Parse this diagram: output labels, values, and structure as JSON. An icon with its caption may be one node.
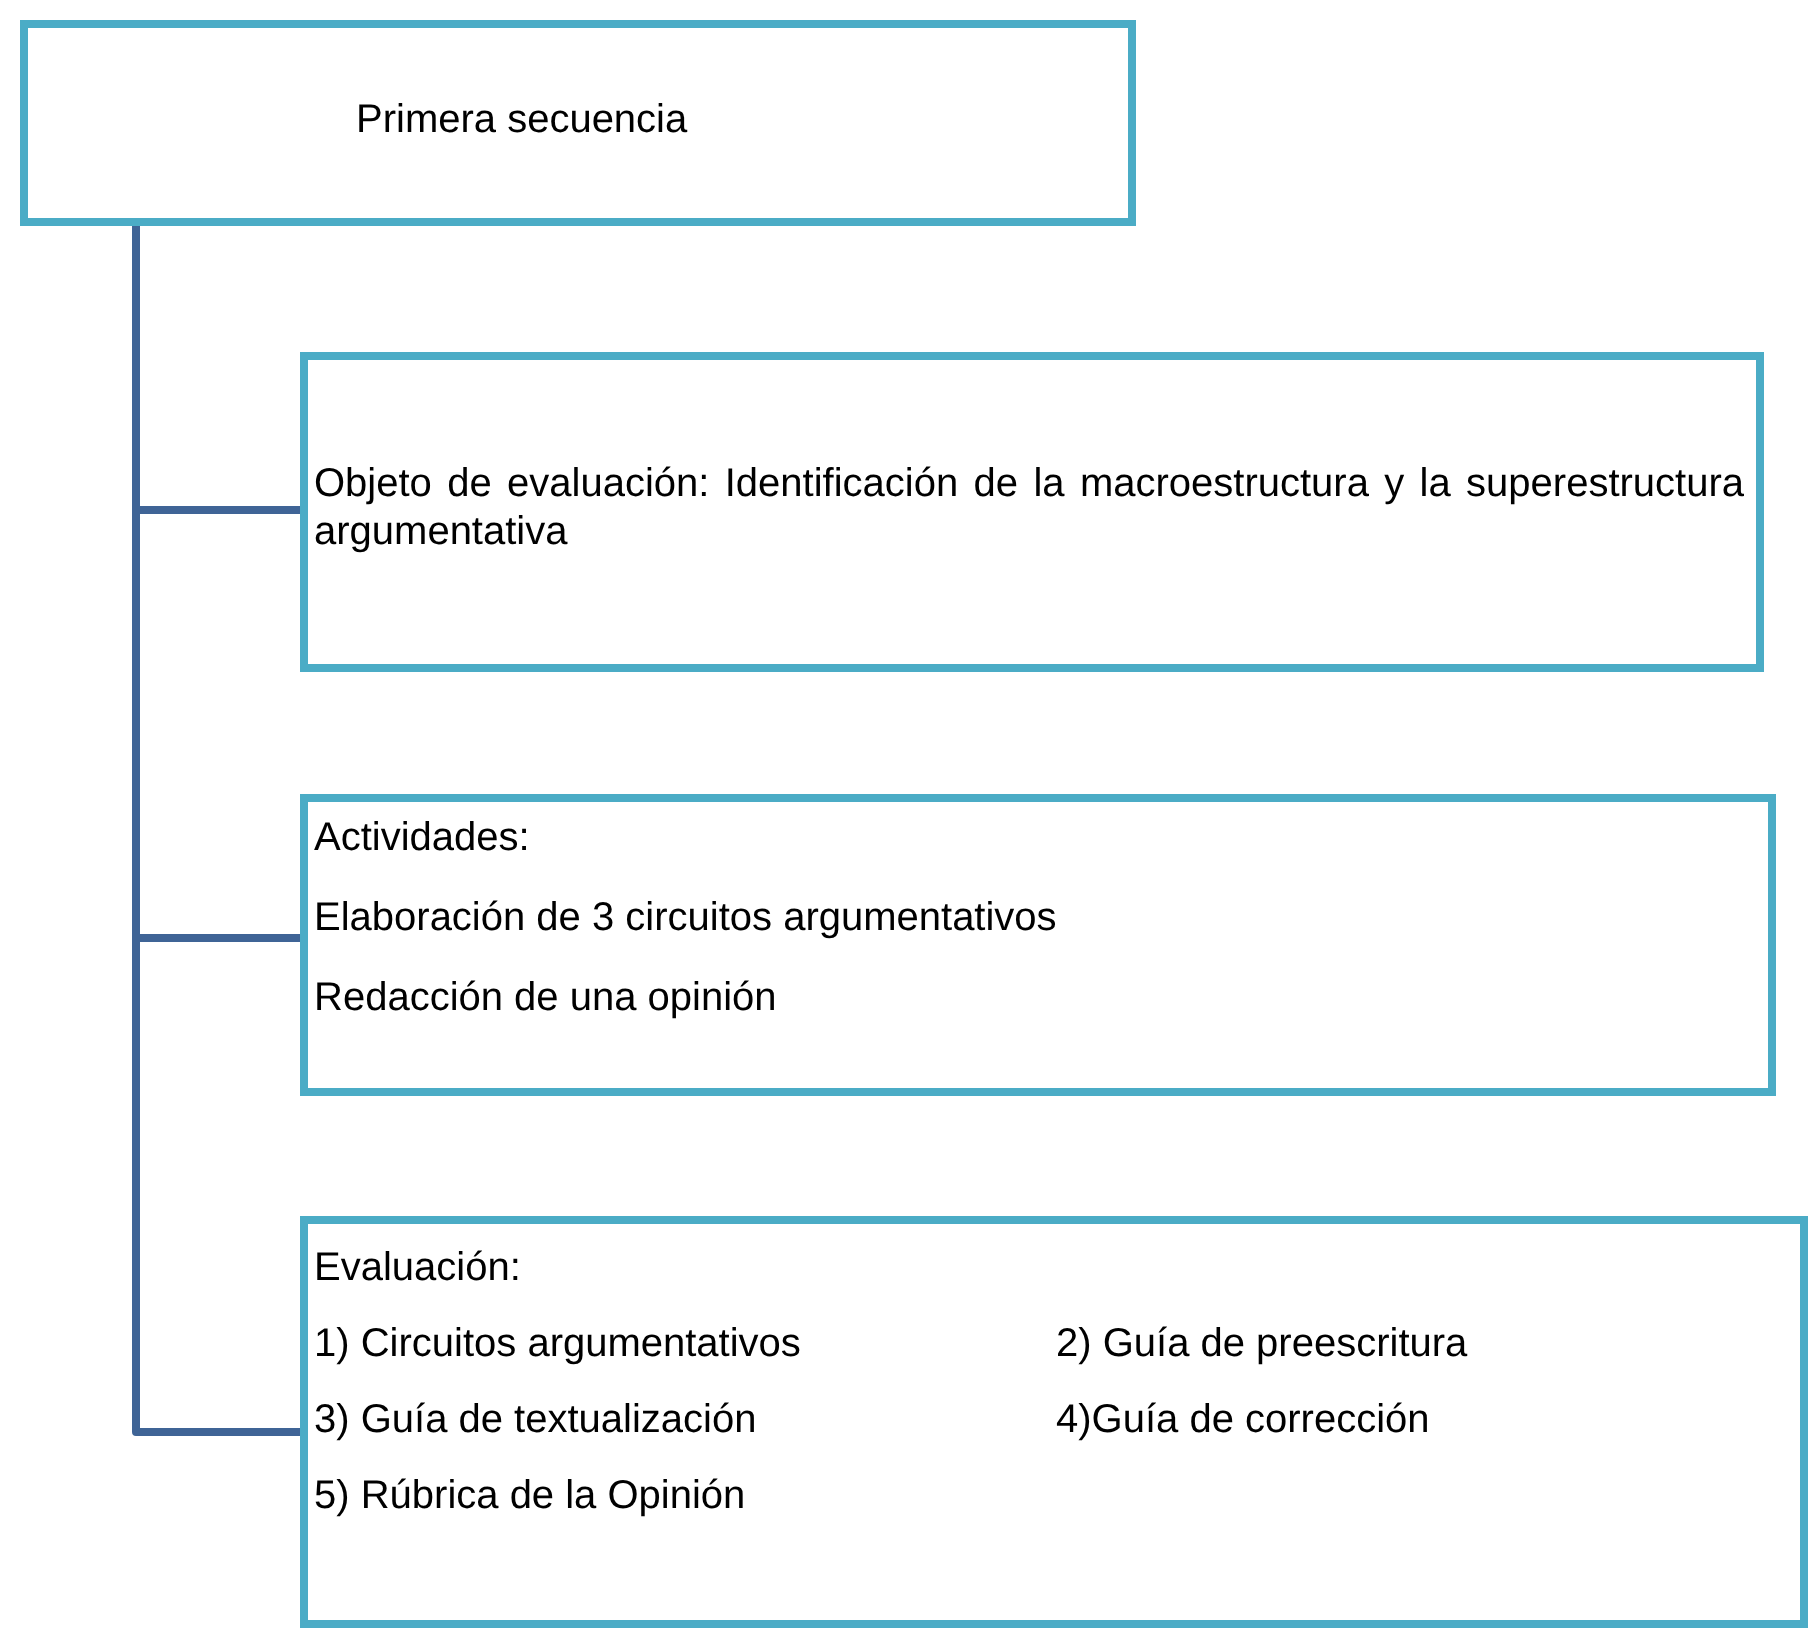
{
  "diagram": {
    "nodes": [
      {
        "text": [
          "Primera secuencia"
        ]
      },
      {
        "text": [
          "Objeto de evaluación: Identificación de la macroestructura y la superestructura argumentativa"
        ]
      },
      {
        "text": [
          "Actividades:",
          "Elaboración de 3 circuitos argumentativos",
          "Redacción de una opinión"
        ]
      },
      {
        "text": [
          "Evaluación:",
          "1) Circuitos argumentativos",
          "2) Guía de preescritura",
          "3) Guía de textualización",
          "4)Guía de corrección",
          "5) Rúbrica de la Opinión"
        ]
      }
    ],
    "edges": [
      {
        "from": 0,
        "to": 1,
        "arrow": "none"
      },
      {
        "from": 0,
        "to": 2,
        "arrow": "none"
      },
      {
        "from": 0,
        "to": 3,
        "arrow": "none"
      }
    ]
  }
}
